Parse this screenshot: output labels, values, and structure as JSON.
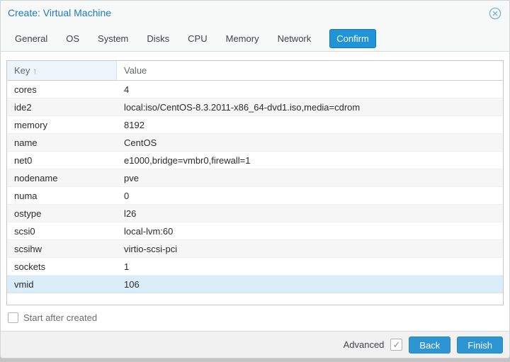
{
  "window": {
    "title": "Create: Virtual Machine"
  },
  "tabs": [
    {
      "label": "General",
      "active": false
    },
    {
      "label": "OS",
      "active": false
    },
    {
      "label": "System",
      "active": false
    },
    {
      "label": "Disks",
      "active": false
    },
    {
      "label": "CPU",
      "active": false
    },
    {
      "label": "Memory",
      "active": false
    },
    {
      "label": "Network",
      "active": false
    },
    {
      "label": "Confirm",
      "active": true
    }
  ],
  "table": {
    "columns": [
      {
        "label": "Key",
        "sorted": "asc"
      },
      {
        "label": "Value",
        "sorted": null
      }
    ],
    "sort_arrow": "↑",
    "rows": [
      {
        "key": "cores",
        "value": "4",
        "selected": false
      },
      {
        "key": "ide2",
        "value": "local:iso/CentOS-8.3.2011-x86_64-dvd1.iso,media=cdrom",
        "selected": false
      },
      {
        "key": "memory",
        "value": "8192",
        "selected": false
      },
      {
        "key": "name",
        "value": "CentOS",
        "selected": false
      },
      {
        "key": "net0",
        "value": "e1000,bridge=vmbr0,firewall=1",
        "selected": false
      },
      {
        "key": "nodename",
        "value": "pve",
        "selected": false
      },
      {
        "key": "numa",
        "value": "0",
        "selected": false
      },
      {
        "key": "ostype",
        "value": "l26",
        "selected": false
      },
      {
        "key": "scsi0",
        "value": "local-lvm:60",
        "selected": false
      },
      {
        "key": "scsihw",
        "value": "virtio-scsi-pci",
        "selected": false
      },
      {
        "key": "sockets",
        "value": "1",
        "selected": false
      },
      {
        "key": "vmid",
        "value": "106",
        "selected": true
      }
    ]
  },
  "options": {
    "start_after_created_label": "Start after created",
    "start_after_created_checked": false
  },
  "footer": {
    "advanced_label": "Advanced",
    "advanced_checked": true,
    "check_glyph": "✓",
    "back_label": "Back",
    "finish_label": "Finish"
  },
  "colors": {
    "accent_blue": "#1f95d7",
    "button_blue": "#2e95d3",
    "title_blue": "#1e7bbe",
    "selection_blue": "#dcedfa",
    "header_sorted_bg": "#eef4fb"
  }
}
